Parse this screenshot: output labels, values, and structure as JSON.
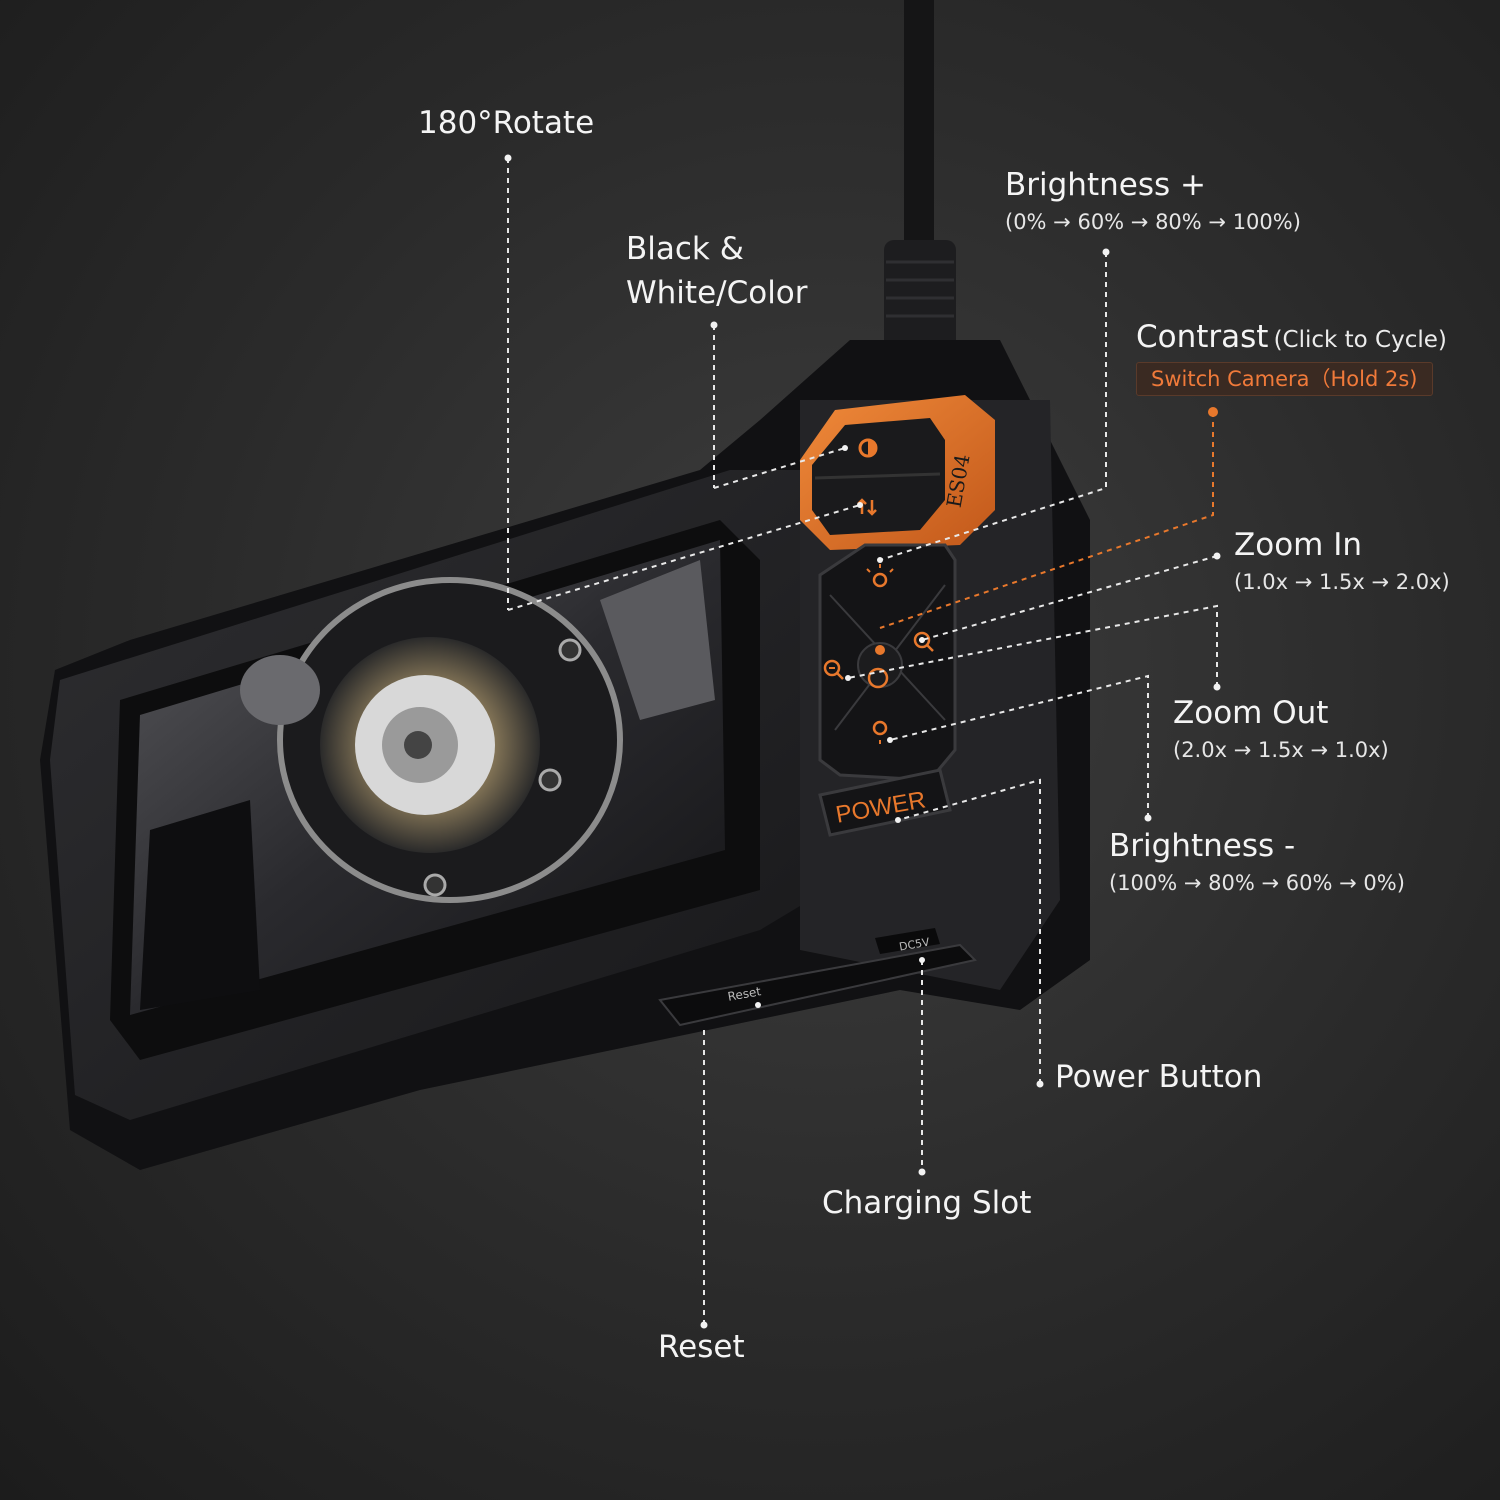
{
  "device": {
    "model_label": "ES04",
    "power_label": "POWER",
    "reset_label": "Reset",
    "dc_label": "DC5V"
  },
  "callouts": {
    "rotate": {
      "title": "180°Rotate"
    },
    "bw_color": {
      "title_line1": "Black &",
      "title_line2": "White/Color"
    },
    "brightness_plus": {
      "title": "Brightness +",
      "detail": "(0% → 60% → 80% → 100%)"
    },
    "contrast": {
      "title": "Contrast",
      "hint": "(Click to Cycle)",
      "badge": "Switch Camera（Hold 2s)"
    },
    "zoom_in": {
      "title": "Zoom In",
      "detail": "(1.0x → 1.5x → 2.0x)"
    },
    "zoom_out": {
      "title": "Zoom Out",
      "detail": "(2.0x → 1.5x → 1.0x)"
    },
    "brightness_minus": {
      "title": "Brightness -",
      "detail": "(100% → 80% → 60% → 0%)"
    },
    "power": {
      "title": "Power Button"
    },
    "charging": {
      "title": "Charging Slot"
    },
    "reset": {
      "title": "Reset"
    }
  },
  "colors": {
    "accent_orange": "#e8782c",
    "body_dark": "#1f1f21",
    "body_mid": "#2c2c2f",
    "line_white": "#e8e8e8"
  }
}
